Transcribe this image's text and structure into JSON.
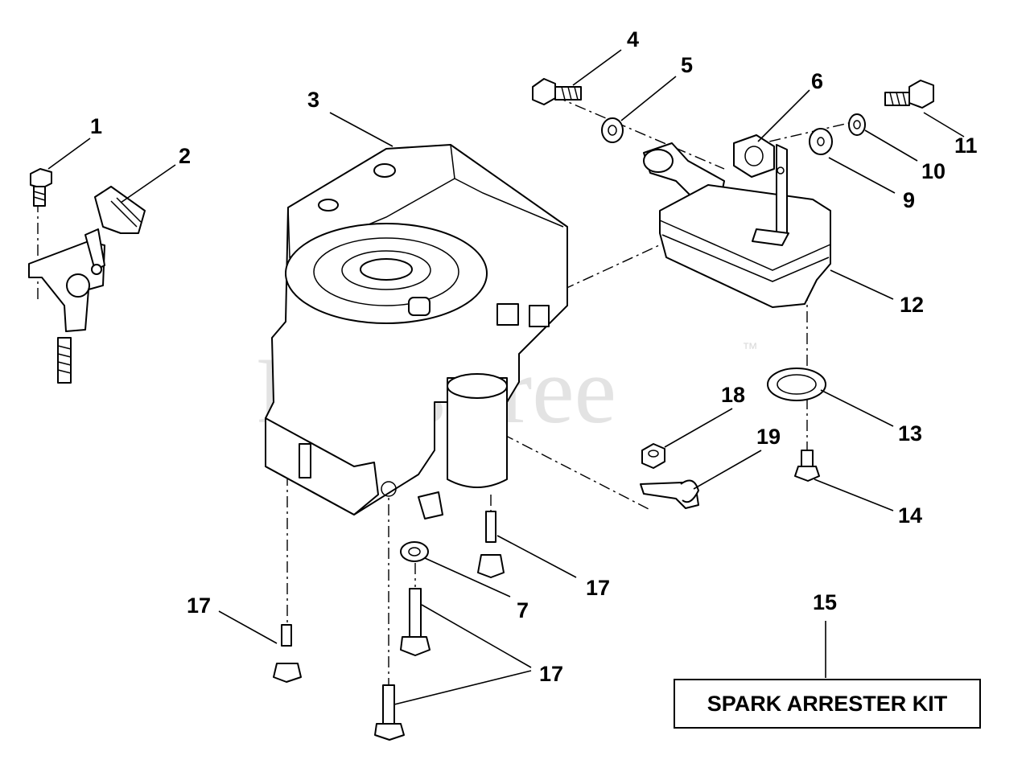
{
  "watermark": {
    "text": "PartsTree",
    "trademark": "™"
  },
  "callouts": {
    "c1": "1",
    "c2": "2",
    "c3": "3",
    "c4": "4",
    "c5": "5",
    "c6": "6",
    "c7": "7",
    "c9": "9",
    "c10": "10",
    "c11": "11",
    "c12": "12",
    "c13": "13",
    "c14": "14",
    "c15": "15",
    "c17a": "17",
    "c17b": "17",
    "c17c": "17",
    "c18": "18",
    "c19": "19"
  },
  "kit_box": {
    "label": "SPARK ARRESTER KIT"
  }
}
